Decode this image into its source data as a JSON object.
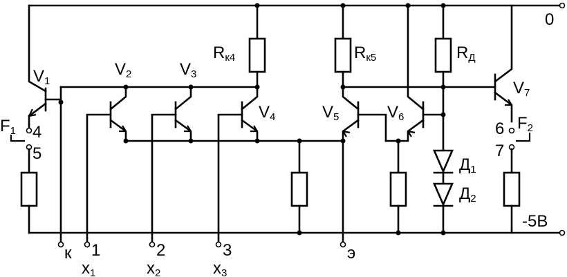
{
  "rails": {
    "top": "0",
    "bottom": "-5В"
  },
  "resistors": {
    "rk4": {
      "main": "R",
      "sub": "к4"
    },
    "rk5": {
      "main": "R",
      "sub": "к5"
    },
    "rd": {
      "main": "R",
      "sub": "Д"
    }
  },
  "transistors": {
    "v1": {
      "main": "V",
      "sub": "1"
    },
    "v2": {
      "main": "V",
      "sub": "2"
    },
    "v3": {
      "main": "V",
      "sub": "3"
    },
    "v4": {
      "main": "V",
      "sub": "4"
    },
    "v5": {
      "main": "V",
      "sub": "5"
    },
    "v6": {
      "main": "V",
      "sub": "6"
    },
    "v7": {
      "main": "V",
      "sub": "7"
    }
  },
  "diodes": {
    "d1": {
      "main": "Д",
      "sub": "1"
    },
    "d2": {
      "main": "Д",
      "sub": "2"
    }
  },
  "outputs": {
    "f1": {
      "main": "F",
      "sub": "1",
      "pin_a": "4",
      "pin_b": "5"
    },
    "f2": {
      "main": "F",
      "sub": "2",
      "pin_a": "6",
      "pin_b": "7"
    }
  },
  "terminals": {
    "k": "к",
    "e": "э",
    "x1": {
      "pin": "1",
      "main": "x",
      "sub": "1"
    },
    "x2": {
      "pin": "2",
      "main": "x",
      "sub": "2"
    },
    "x3": {
      "pin": "3",
      "main": "x",
      "sub": "3"
    }
  }
}
